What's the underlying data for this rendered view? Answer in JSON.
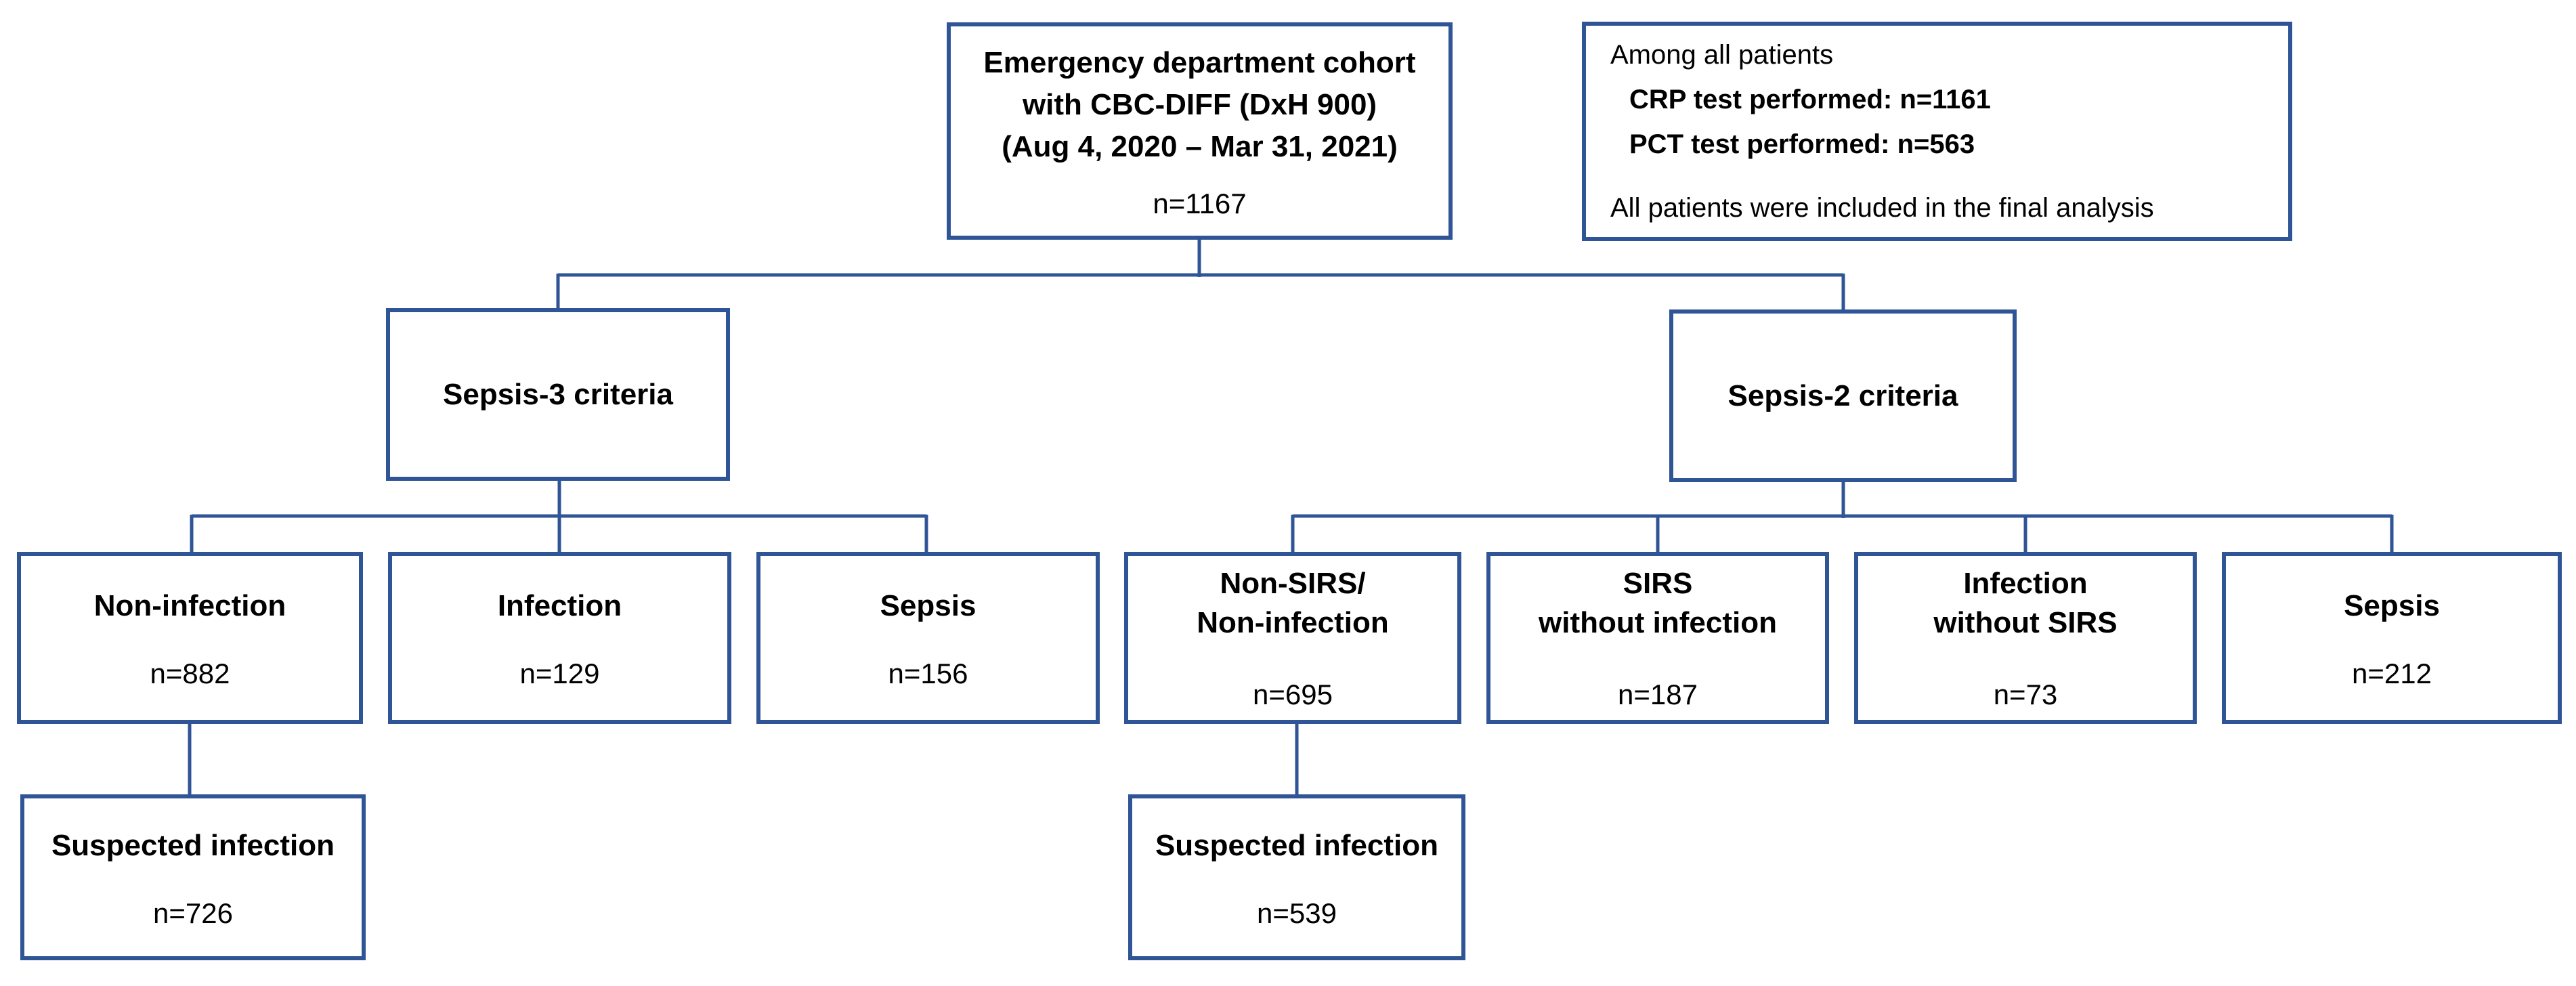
{
  "diagram": {
    "root": {
      "line1": "Emergency department cohort",
      "line2": "with CBC-DIFF (DxH 900)",
      "line3": "(Aug 4, 2020 – Mar 31, 2021)",
      "n": "n=1167"
    },
    "info": {
      "heading": "Among all patients",
      "crp": "CRP test performed: n=1161",
      "pct": "PCT test performed: n=563",
      "note": "All patients were included in the final analysis"
    },
    "sepsis3": {
      "label": "Sepsis-3 criteria"
    },
    "sepsis2": {
      "label": "Sepsis-2 criteria"
    },
    "s3_children": {
      "non_infection": {
        "label": "Non-infection",
        "n": "n=882"
      },
      "infection": {
        "label": "Infection",
        "n": "n=129"
      },
      "sepsis": {
        "label": "Sepsis",
        "n": "n=156"
      }
    },
    "s2_children": {
      "non_sirs": {
        "label_line1": "Non-SIRS/",
        "label_line2": "Non-infection",
        "n": "n=695"
      },
      "sirs_without_infection": {
        "label_line1": "SIRS",
        "label_line2": "without infection",
        "n": "n=187"
      },
      "infection_without_sirs": {
        "label_line1": "Infection",
        "label_line2": "without SIRS",
        "n": "n=73"
      },
      "sepsis": {
        "label": "Sepsis",
        "n": "n=212"
      }
    },
    "suspected_s3": {
      "label": "Suspected infection",
      "n": "n=726"
    },
    "suspected_s2": {
      "label": "Suspected infection",
      "n": "n=539"
    }
  },
  "colors": {
    "box_border": "#2f5597",
    "connector": "#2f5597",
    "text": "#000000",
    "background": "#ffffff"
  }
}
